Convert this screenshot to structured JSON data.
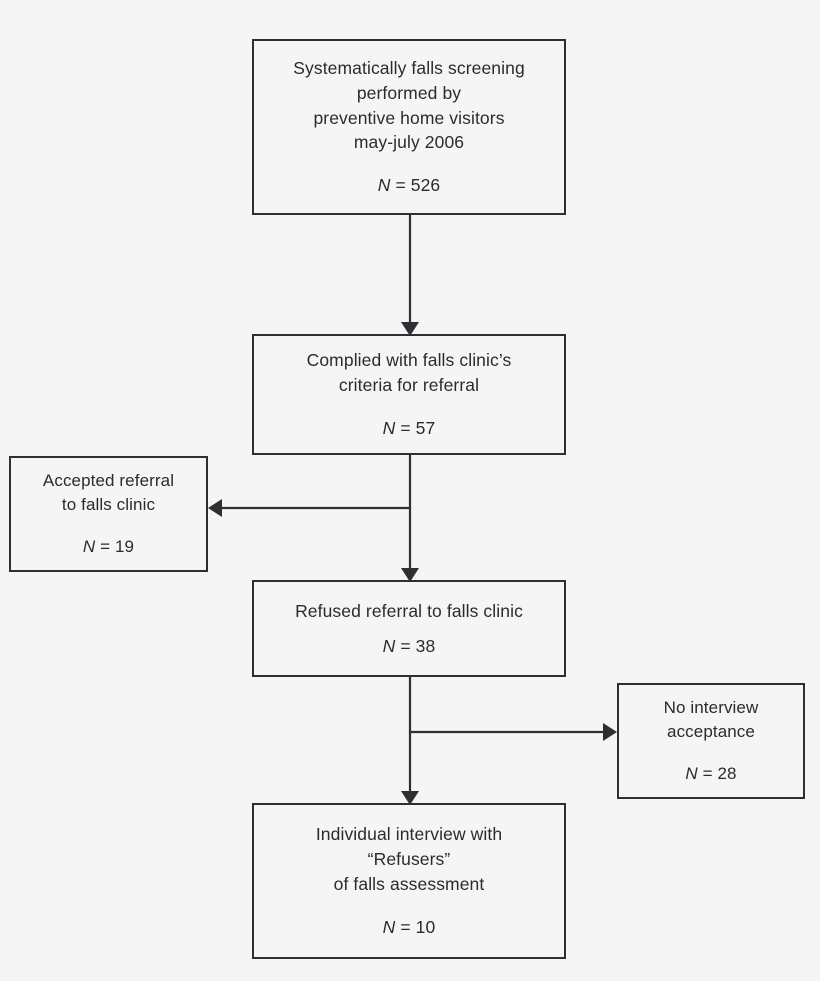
{
  "figure": {
    "type": "flowchart",
    "title": "",
    "background_color": "#f5f5f5",
    "line_color": "#2f2f33",
    "text_color": "#2b2b2b"
  },
  "boxes": {
    "screening": {
      "lines": [
        "Systematically falls screening",
        "performed by",
        "preventive home visitors",
        "may-july 2006"
      ],
      "n_symbol": "N",
      "n_text": " = 526",
      "n_value": 526
    },
    "complied": {
      "lines": [
        "Complied with falls clinic’s",
        "criteria for referral"
      ],
      "n_symbol": "N",
      "n_text": " = 57",
      "n_value": 57
    },
    "accepted": {
      "lines": [
        "Accepted referral",
        "to falls clinic"
      ],
      "n_symbol": "N",
      "n_text": " = 19",
      "n_value": 19
    },
    "refused": {
      "lines": [
        "Refused referral to falls clinic"
      ],
      "n_symbol": "N",
      "n_text": " = 38",
      "n_value": 38
    },
    "nointerview": {
      "lines": [
        "No interview",
        "acceptance"
      ],
      "n_symbol": "N",
      "n_text": " = 28",
      "n_value": 28
    },
    "interview": {
      "lines": [
        "Individual interview with",
        "“Refusers”",
        "of falls assessment"
      ],
      "n_symbol": "N",
      "n_text": " = 10",
      "n_value": 10
    }
  },
  "connectors": [
    {
      "name": "screening-to-complied",
      "from": "screening",
      "to": "complied",
      "direction": "down",
      "label": ""
    },
    {
      "name": "complied-to-accepted",
      "from": "complied",
      "to": "accepted",
      "direction": "left",
      "label": ""
    },
    {
      "name": "complied-to-refused",
      "from": "complied",
      "to": "refused",
      "direction": "down",
      "label": ""
    },
    {
      "name": "refused-to-nointerview",
      "from": "refused",
      "to": "nointerview",
      "direction": "right",
      "label": ""
    },
    {
      "name": "refused-to-interview",
      "from": "refused",
      "to": "interview",
      "direction": "down",
      "label": ""
    }
  ]
}
